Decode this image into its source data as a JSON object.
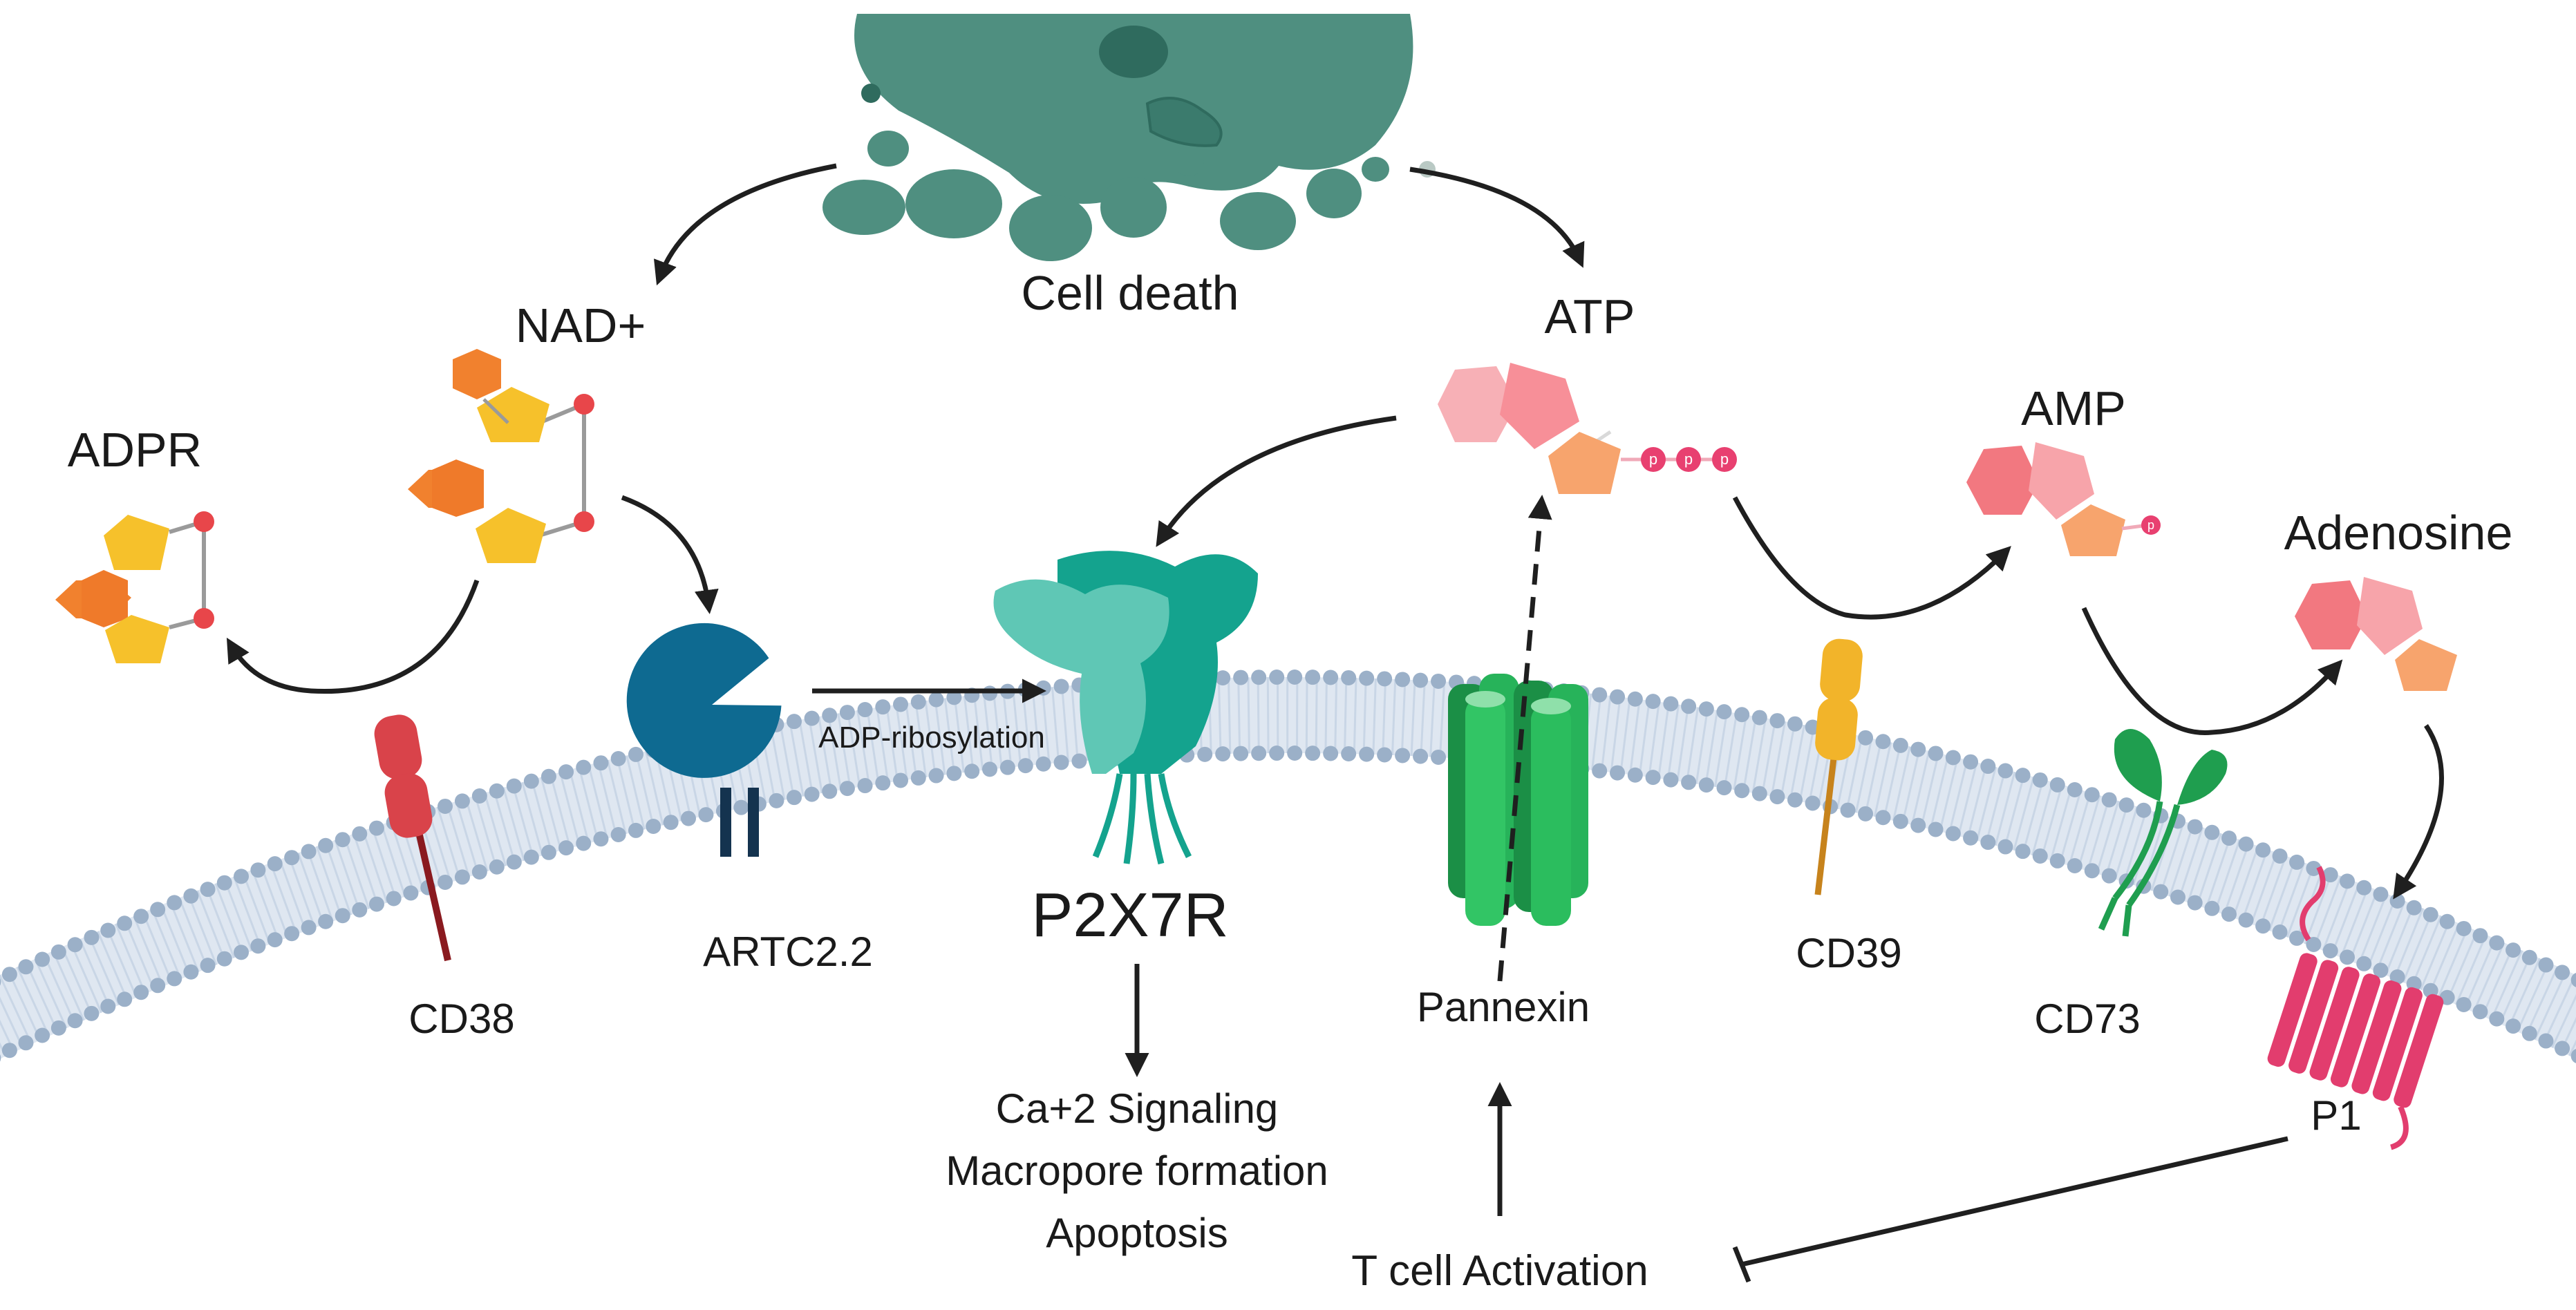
{
  "colors": {
    "membrane_head": "#9bb0c8",
    "membrane_tail": "#c9d6e6",
    "dead_cell": "#4f8f80",
    "dead_cell_dark": "#2f6b5e",
    "nad_ribose": "#f6c12b",
    "nad_base": "#f1812e",
    "phosphate_red": "#e8464a",
    "cd38": "#d9434a",
    "cd38_stalk": "#8a1a1f",
    "artc": "#0e6a91",
    "artc_legs": "#14334f",
    "p2x7r_light": "#5fc7b5",
    "p2x7r_dark": "#14a38e",
    "pannexin": "#27b35a",
    "pannexin_dark": "#1b8f46",
    "atp_base": "#f78f98",
    "atp_ribose": "#f7a46d",
    "atp_phosphate": "#e84070",
    "cd39": "#f2b42a",
    "cd39_stalk": "#c7831c",
    "cd73": "#1f9e4f",
    "p1": "#e23d6e",
    "arrow": "#1f1f1f"
  },
  "labels": {
    "cell_death": "Cell death",
    "nad": "NAD+",
    "adpr": "ADPR",
    "atp": "ATP",
    "amp": "AMP",
    "adenosine": "Adenosine",
    "adp_ribosylation": "ADP-ribosylation",
    "cd38": "CD38",
    "artc": "ARTC2.2",
    "p2x7r": "P2X7R",
    "pannexin": "Pannexin",
    "cd39": "CD39",
    "cd73": "CD73",
    "p1": "P1",
    "phosphate": "p",
    "outcomes": [
      "Ca+2 Signaling",
      "Macropore formation",
      "Apoptosis"
    ],
    "t_cell_activation": "T cell Activation"
  }
}
